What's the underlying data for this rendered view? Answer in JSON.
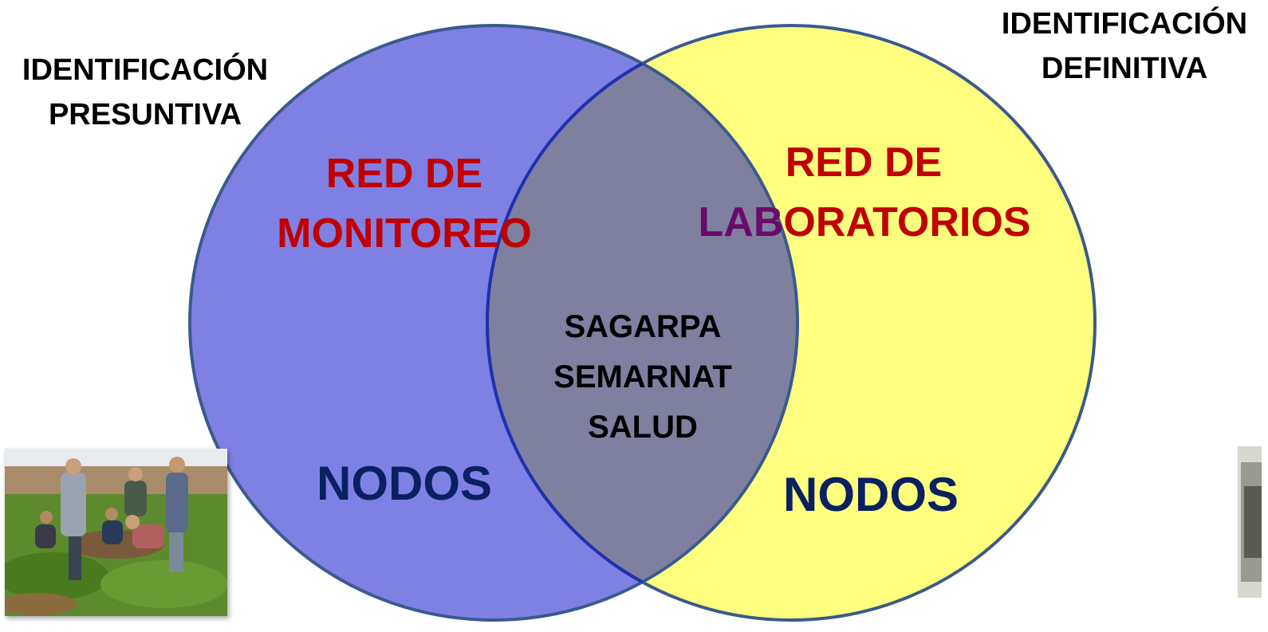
{
  "corner_labels": {
    "left": [
      "IDENTIFICACIÓN",
      "PRESUNTIVA"
    ],
    "right": [
      "IDENTIFICACIÓN",
      "DEFINITIVA"
    ]
  },
  "left_circle": {
    "title": [
      "RED DE",
      "MONITOREO"
    ],
    "nodes": "NODOS",
    "fill": "#7f80e4"
  },
  "right_circle": {
    "title_line1": "RED DE",
    "title_line2_overlap": "LAB",
    "title_line2_rest": "ORATORIOS",
    "nodes": "NODOS",
    "fill": "#ffff7f"
  },
  "intersection": {
    "items": [
      "SAGARPA",
      "SEMARNAT",
      "SALUD"
    ],
    "fill": "#7f80a0"
  },
  "colors": {
    "title_red": "#c00000",
    "overlap_purple": "#6a0a6a",
    "nodes_navy": "#0a2060",
    "circle_border": "#3a5a8c",
    "overlap_border": "#1f30b0"
  },
  "images": {
    "field_photo": "people-in-crop-field-photo",
    "right_photo": "partial-photo-right-edge"
  }
}
